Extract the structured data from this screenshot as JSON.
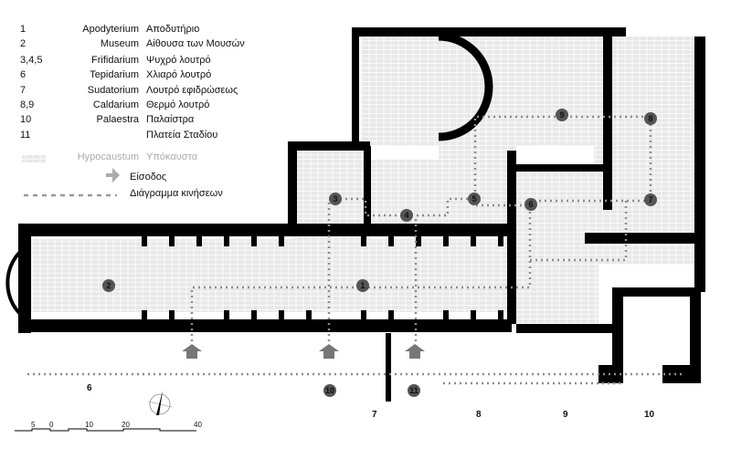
{
  "legend": {
    "items": [
      {
        "num": "1",
        "latin": "Apodyterium",
        "greek": "Αποδυτήριο"
      },
      {
        "num": "2",
        "latin": "Museum",
        "greek": "Αίθουσα των Μουσών"
      },
      {
        "num": "3,4,5",
        "latin": "Frifidarium",
        "greek": "Ψυχρό λουτρό"
      },
      {
        "num": "6",
        "latin": "Tepidarium",
        "greek": "Χλιαρό λουτρό"
      },
      {
        "num": "7",
        "latin": "Sudatorium",
        "greek": "Λουτρό εφιδρώσεως"
      },
      {
        "num": "8,9",
        "latin": "Caldarium",
        "greek": "Θερμό λουτρό"
      },
      {
        "num": "10",
        "latin": "Palaestra",
        "greek": "Παλαίστρα"
      },
      {
        "num": "11",
        "latin": "",
        "greek": "Πλατεία Σταδίου"
      }
    ],
    "hypocaust": {
      "latin": "Hypocaustum",
      "greek": "Υπόκαυστα"
    },
    "entrance": "Είσοδος",
    "route": "Διάγραμμα κινήσεων"
  },
  "markers": [
    "1",
    "2",
    "3",
    "4",
    "5",
    "6",
    "7",
    "8",
    "9",
    "10",
    "11"
  ],
  "section_labels": [
    "6",
    "7",
    "8",
    "9",
    "10"
  ],
  "scale": [
    "5",
    "0",
    "10",
    "20",
    "40"
  ],
  "colors": {
    "wall": "#000000",
    "hypocaust": "#e6e6e6",
    "route": "#8c8c8c",
    "marker": "#555555"
  }
}
